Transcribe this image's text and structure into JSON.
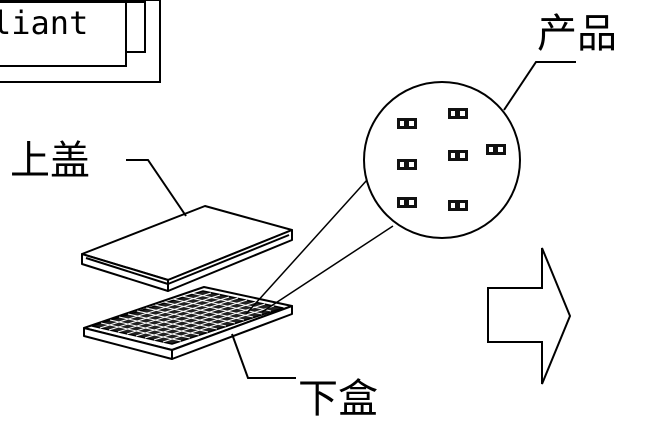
{
  "title_box": {
    "text": "liant"
  },
  "labels": {
    "product": "产品",
    "lid": "上盖",
    "tray": "下盒"
  },
  "colors": {
    "stroke": "#000000",
    "background": "#ffffff"
  }
}
